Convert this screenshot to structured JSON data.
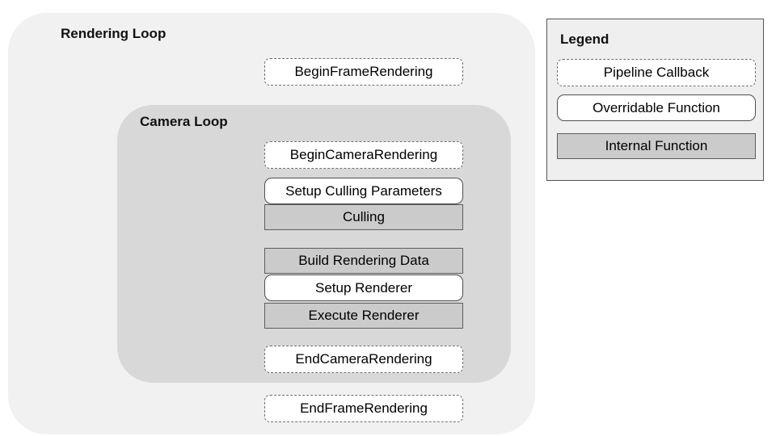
{
  "colors": {
    "rendering_loop_bg": "#f1f1f2",
    "camera_loop_bg": "#d8d8d8",
    "internal_function_bg": "#cbcbcb",
    "callback_overridable_bg": "#ffffff",
    "border_dark": "#4f4f4f",
    "border_dashed": "#6e6e6e",
    "legend_bg": "#efefef",
    "text": "#000000"
  },
  "rendering_loop": {
    "label": "Rendering Loop",
    "begin_frame": {
      "label": "BeginFrameRendering",
      "type": "pipeline-callback"
    },
    "camera_loop": {
      "label": "Camera Loop",
      "steps": [
        {
          "label": "BeginCameraRendering",
          "type": "pipeline-callback"
        },
        {
          "label": "Setup Culling Parameters",
          "type": "overridable-function"
        },
        {
          "label": "Culling",
          "type": "internal-function"
        },
        {
          "label": "Build Rendering Data",
          "type": "internal-function"
        },
        {
          "label": "Setup Renderer",
          "type": "overridable-function"
        },
        {
          "label": "Execute Renderer",
          "type": "internal-function"
        },
        {
          "label": "EndCameraRendering",
          "type": "pipeline-callback"
        }
      ]
    },
    "end_frame": {
      "label": "EndFrameRendering",
      "type": "pipeline-callback"
    }
  },
  "legend": {
    "title": "Legend",
    "items": [
      {
        "label": "Pipeline Callback",
        "type": "pipeline-callback"
      },
      {
        "label": "Overridable Function",
        "type": "overridable-function"
      },
      {
        "label": "Internal Function",
        "type": "internal-function"
      }
    ]
  }
}
